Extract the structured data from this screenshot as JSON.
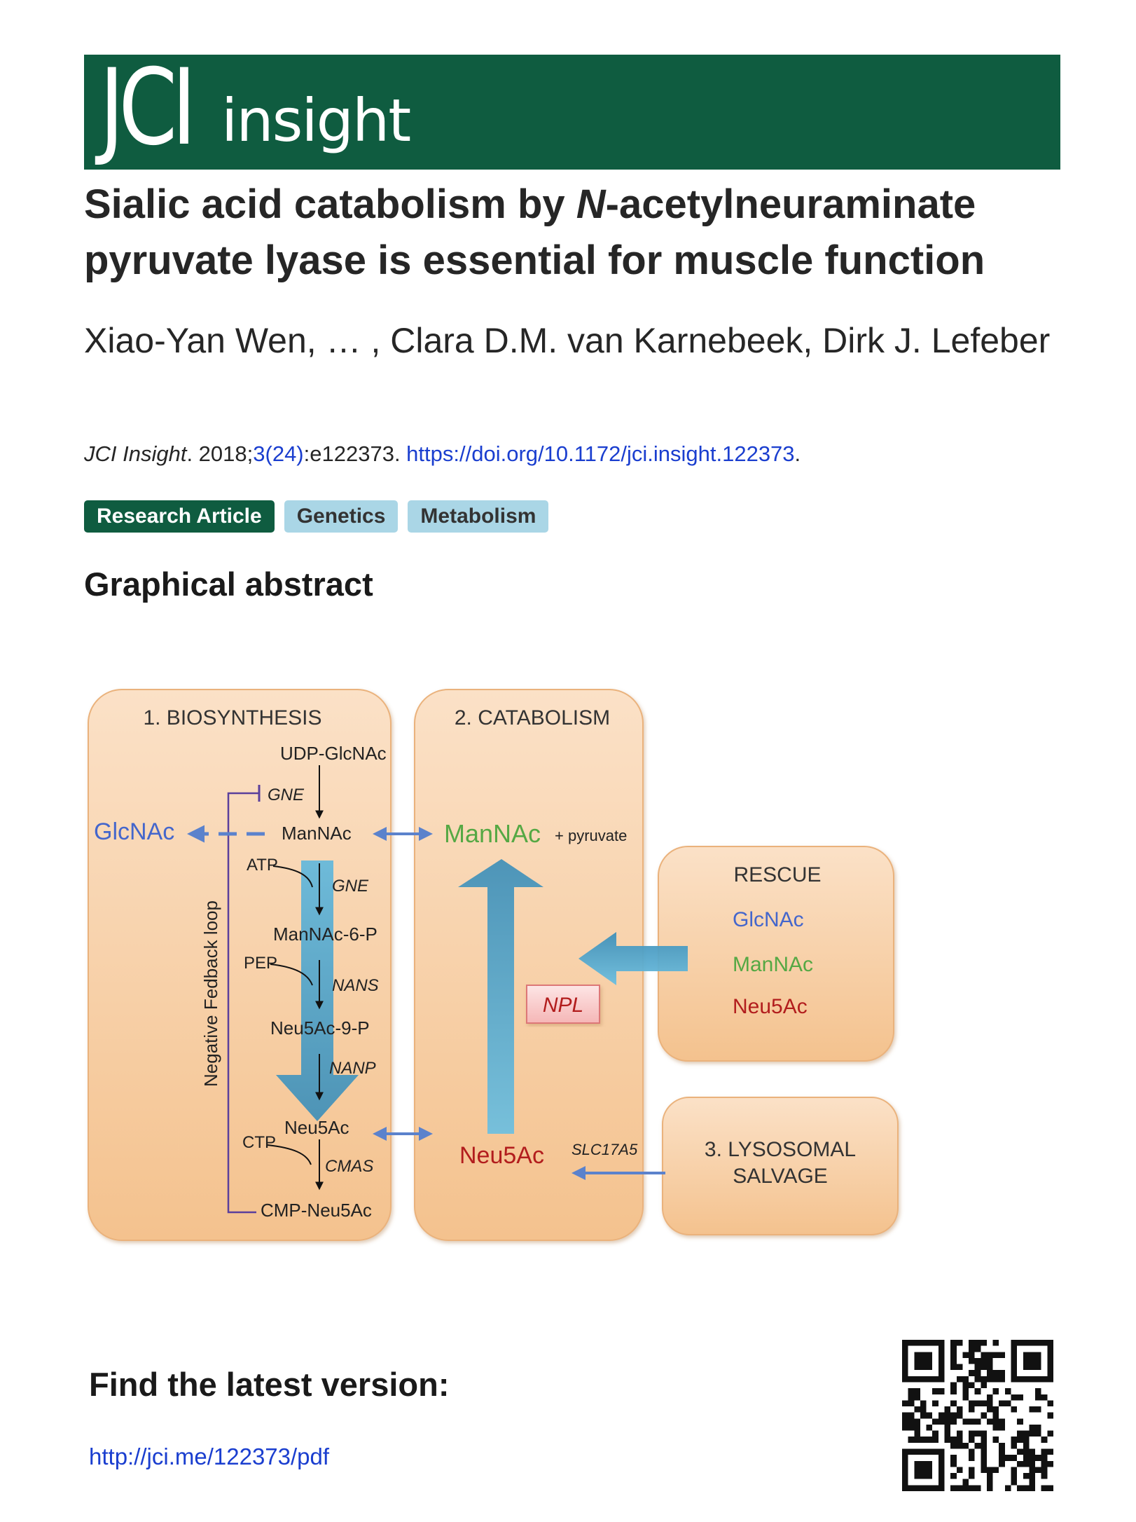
{
  "banner": {
    "logo_jci": "JCI",
    "logo_insight": "insight"
  },
  "article": {
    "title_part1": "Sialic acid catabolism by ",
    "title_italic": "N",
    "title_part2": "-acetylneuraminate pyruvate lyase is essential for muscle function",
    "authors": "Xiao-Yan Wen, … , Clara D.M. van Karnebeek, Dirk J. Lefeber",
    "citation": {
      "journal": "JCI Insight",
      "year": ". 2018;",
      "volume_link": "3(24)",
      "article_id": ":e122373. ",
      "doi_link": "https://doi.org/10.1172/jci.insight.122373",
      "end": "."
    },
    "tags": [
      "Research Article",
      "Genetics",
      "Metabolism"
    ]
  },
  "graphical_abstract": {
    "heading": "Graphical abstract",
    "colors": {
      "panel_top": "#fbe1c7",
      "panel_bottom": "#f4c28e",
      "glcnac_blue": "#4466cc",
      "mannac_green": "#55a844",
      "neu5ac_red": "#b21d1d",
      "feedback_purple": "#5a3f9c",
      "flow_blue": "#4fa6cf"
    },
    "biosynthesis": {
      "title": "1. BIOSYNTHESIS",
      "udp_glcnac": "UDP-GlcNAc",
      "gne_feedback": "GNE",
      "mannac": "ManNAc",
      "glcnac": "GlcNAc",
      "atp": "ATP",
      "gne_kinase": "GNE",
      "mannac_6_p": "ManNAc-6-P",
      "pep": "PEP",
      "nans": "NANS",
      "neu5ac_9_p": "Neu5Ac-9-P",
      "nanp": "NANP",
      "neu5ac": "Neu5Ac",
      "ctp": "CTP",
      "cmas": "CMAS",
      "cmp_neu5ac": "CMP-Neu5Ac",
      "feedback_loop": "Negative Fedback loop"
    },
    "catabolism": {
      "title": "2. CATABOLISM",
      "mannac": "ManNAc",
      "pyruvate": "+ pyruvate",
      "npl": "NPL",
      "neu5ac": "Neu5Ac",
      "slc17a5": "SLC17A5"
    },
    "rescue": {
      "title": "RESCUE",
      "glcnac": "GlcNAc",
      "mannac": "ManNAc",
      "neu5ac": "Neu5Ac"
    },
    "lysosomal": {
      "line1": "3. LYSOSOMAL",
      "line2": "SALVAGE"
    }
  },
  "footer": {
    "latest_heading": "Find the latest version:",
    "latest_link": "http://jci.me/122373/pdf",
    "qr_code_icon": "qr-code-icon"
  }
}
